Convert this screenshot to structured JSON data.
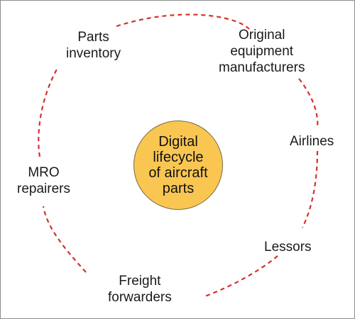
{
  "colors": {
    "ring": "#d3322b",
    "hub_fill": "#f9c652",
    "text": "#1a1a1a"
  },
  "center": {
    "lines": [
      "Digital",
      "lifecycle",
      "of aircraft",
      "parts"
    ]
  },
  "stakeholders": [
    {
      "id": "parts-inventory",
      "lines": [
        "Parts",
        "inventory"
      ]
    },
    {
      "id": "oem",
      "lines": [
        "Original",
        "equipment",
        "manufacturers"
      ]
    },
    {
      "id": "airlines",
      "lines": [
        "Airlines"
      ]
    },
    {
      "id": "lessors",
      "lines": [
        "Lessors"
      ]
    },
    {
      "id": "freight-forwarders",
      "lines": [
        "Freight",
        "forwarders"
      ]
    },
    {
      "id": "mro-repairers",
      "lines": [
        "MRO",
        "repairers"
      ]
    }
  ]
}
